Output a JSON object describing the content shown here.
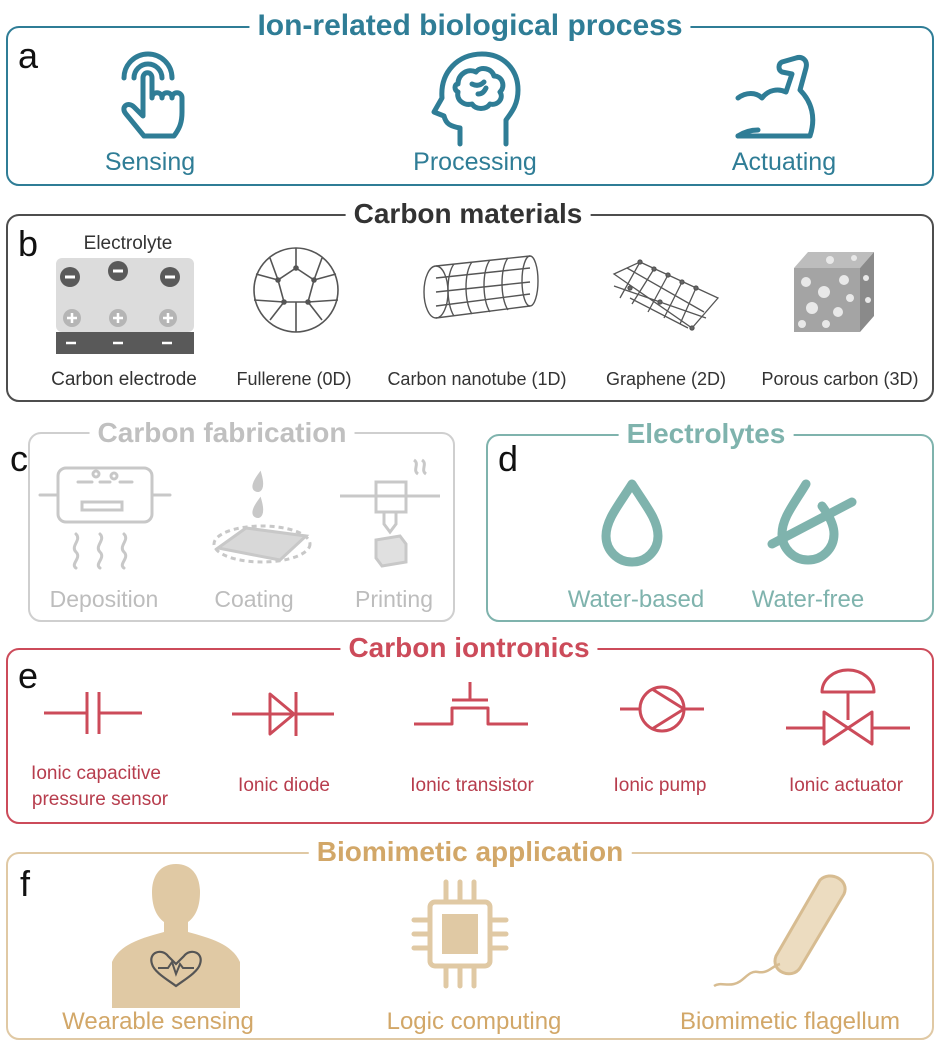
{
  "colors": {
    "a": "#2f7d96",
    "b": "#4d4d4d",
    "c": "#c8c8c8",
    "d": "#7fb3ad",
    "e": "#cc4b5a",
    "f": "#d9b98a"
  },
  "panel_a": {
    "letter": "a",
    "title": "Ion-related biological process",
    "items": [
      "Sensing",
      "Processing",
      "Actuating"
    ],
    "icons": [
      "touch-hand-icon",
      "head-brain-icon",
      "flexed-arm-icon"
    ]
  },
  "panel_b": {
    "letter": "b",
    "title": "Carbon materials",
    "electrolyte_label": "Electrolyte",
    "items": [
      "Carbon electrode",
      "Fullerene (0D)",
      "Carbon nanotube (1D)",
      "Graphene (2D)",
      "Porous carbon (3D)"
    ]
  },
  "panel_c": {
    "letter": "c",
    "title": "Carbon fabrication",
    "items": [
      "Deposition",
      "Coating",
      "Printing"
    ]
  },
  "panel_d": {
    "letter": "d",
    "title": "Electrolytes",
    "items": [
      "Water-based",
      "Water-free"
    ]
  },
  "panel_e": {
    "letter": "e",
    "title": "Carbon iontronics",
    "items": [
      "Ionic capacitive pressure sensor",
      "Ionic diode",
      "Ionic transistor",
      "Ionic pump",
      "Ionic actuator"
    ],
    "sensor_lines": [
      "Ionic capacitive",
      "pressure sensor"
    ]
  },
  "panel_f": {
    "letter": "f",
    "title": "Biomimetic application",
    "items": [
      "Wearable sensing",
      "Logic computing",
      "Biomimetic flagellum"
    ]
  }
}
